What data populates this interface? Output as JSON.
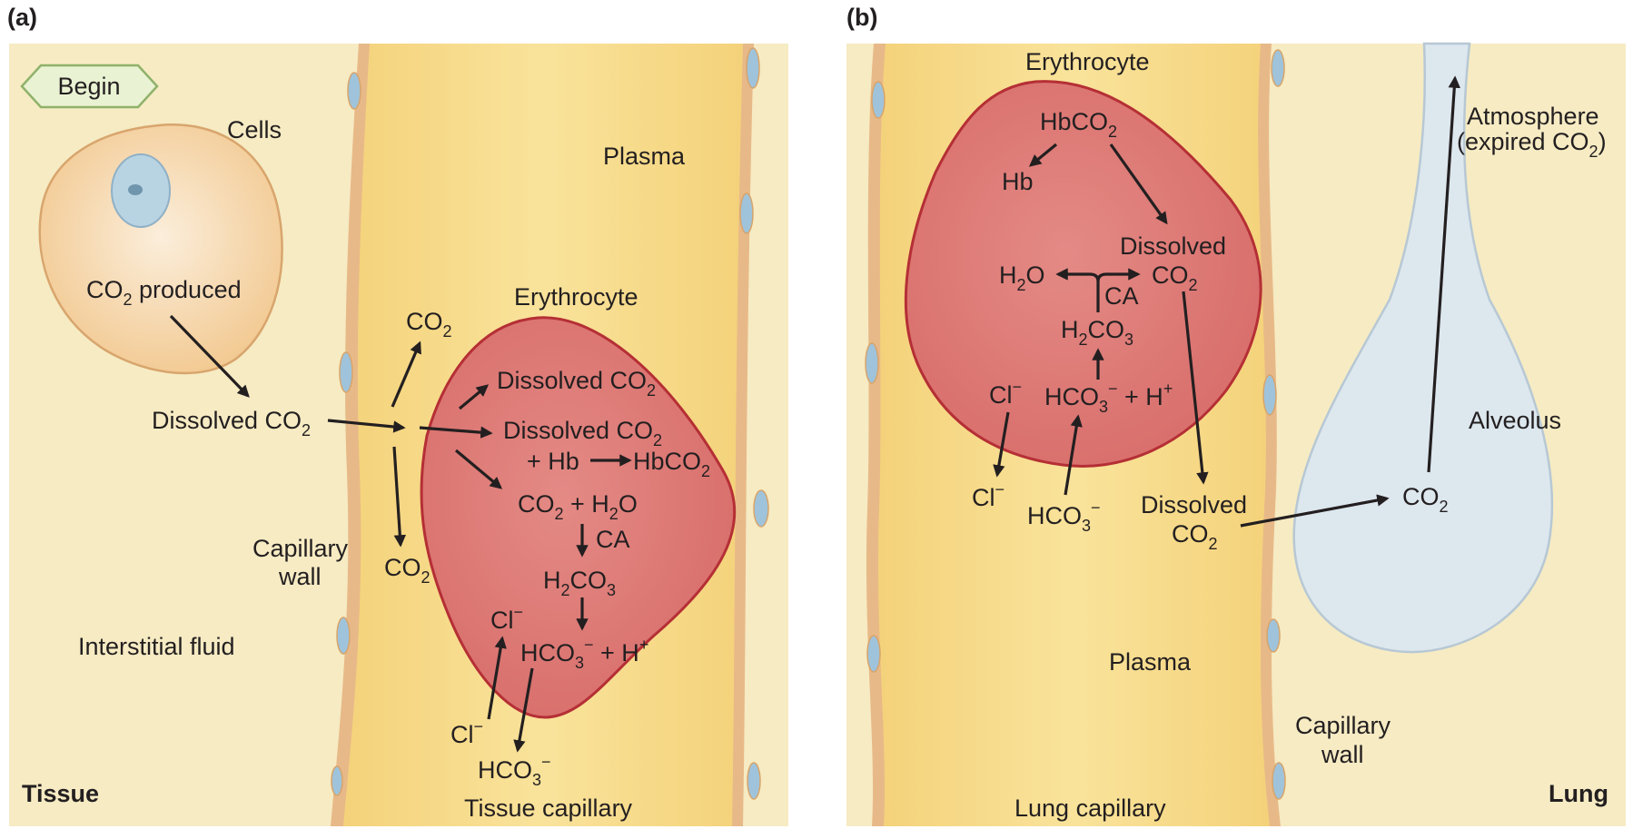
{
  "panels": {
    "a": {
      "panel_label": "(a)",
      "begin_tag": "Begin",
      "cells": "Cells",
      "co2_produced": [
        "CO",
        "2",
        " produced"
      ],
      "plasma": "Plasma",
      "erythrocyte": "Erythrocyte",
      "co2_up": [
        "CO",
        "2"
      ],
      "dissolved_co2_left": [
        "Dissolved CO",
        "2"
      ],
      "dissolved_co2_rbc": [
        "Dissolved CO",
        "2"
      ],
      "dissolved_co2_hb_line1": [
        "Dissolved CO",
        "2"
      ],
      "dissolved_co2_hb_line2": [
        "+ Hb",
        "HbCO",
        "2"
      ],
      "co2_h2o": [
        "CO",
        "2",
        " + H",
        "2",
        "O"
      ],
      "ca": "CA",
      "h2co3": [
        "H",
        "2",
        "CO",
        "3"
      ],
      "cl_in": [
        "Cl",
        "−"
      ],
      "hco3_h": [
        "HCO",
        "3",
        "−",
        " + H",
        "+"
      ],
      "capillary_wall": [
        "Capillary",
        "wall"
      ],
      "co2_down": [
        "CO",
        "2"
      ],
      "interstitial_fluid": "Interstitial fluid",
      "cl_out": [
        "Cl",
        "−"
      ],
      "hco3_out": [
        "HCO",
        "3",
        "−"
      ],
      "tissue": "Tissue",
      "tissue_capillary": "Tissue capillary"
    },
    "b": {
      "panel_label": "(b)",
      "erythrocyte": "Erythrocyte",
      "hbco2": [
        "HbCO",
        "2"
      ],
      "hb": "Hb",
      "dissolved_rbc": "Dissolved",
      "co2_rbc": [
        "CO",
        "2"
      ],
      "h2o": [
        "H",
        "2",
        "O"
      ],
      "ca": "CA",
      "h2co3": [
        "H",
        "2",
        "CO",
        "3"
      ],
      "cl_rbc": [
        "Cl",
        "−"
      ],
      "hco3_h": [
        "HCO",
        "3",
        "−",
        " + H",
        "+"
      ],
      "cl_out": [
        "Cl",
        "−"
      ],
      "hco3_out": [
        "HCO",
        "3",
        "−"
      ],
      "dissolved_plasma": [
        "Dissolved",
        "CO",
        "2"
      ],
      "co2_alveolus": [
        "CO",
        "2"
      ],
      "atmosphere": [
        "Atmosphere",
        "(expired CO",
        "2",
        ")"
      ],
      "alveolus": "Alveolus",
      "plasma": "Plasma",
      "capillary_wall": [
        "Capillary",
        "wall"
      ],
      "lung_capillary": "Lung capillary",
      "lung": "Lung"
    }
  },
  "colors": {
    "tissue_bg": "#f6ebc3",
    "capillary": "#f8df8a",
    "capillary_wall": "#e8b988",
    "endothelial_nucleus": "#9fc3da",
    "cell": "#f4cf9b",
    "cell_nucleus": "#b8d3e2",
    "erythrocyte": "#de7c78",
    "erythrocyte_border": "#b52f35",
    "alveolus": "#dde7ee",
    "begin_tag": "#e9f2d2"
  }
}
